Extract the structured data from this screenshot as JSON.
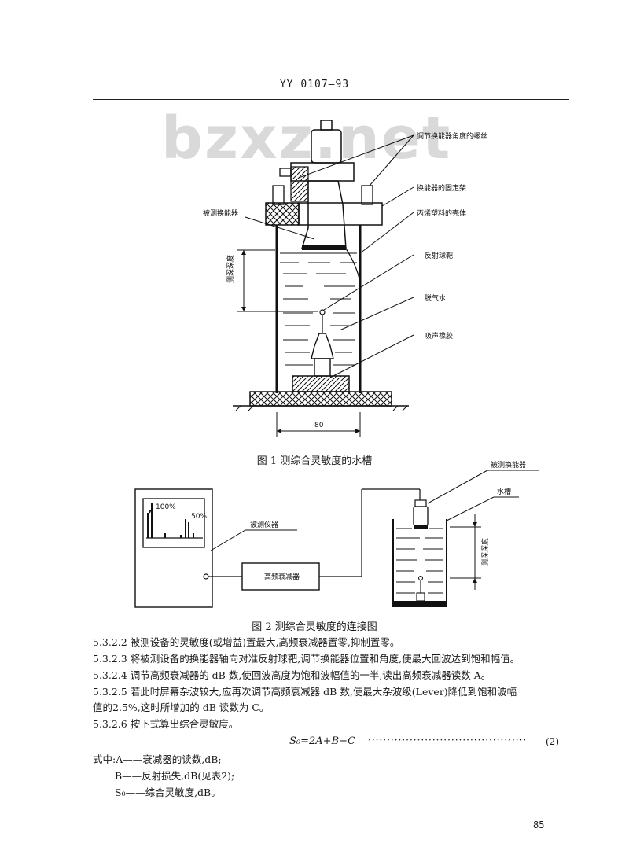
{
  "header": {
    "code": "YY 0107—93"
  },
  "watermark": "bzxz.net",
  "figure1": {
    "labels": {
      "screw": "调节换能器角度的螺丝",
      "fixture": "换能器的固定架",
      "shell": "丙烯塑料的壳体",
      "transducer": "被测换能器",
      "target": "反射球靶",
      "depth": "测深深度",
      "water": "脱气水",
      "rubber": "吸声橡胶",
      "width": "80"
    },
    "caption": "图 1   测综合灵敏度的水槽"
  },
  "figure2": {
    "labels": {
      "pct100": "100%",
      "pct50": "50%",
      "instrument": "被测仪器",
      "attenuator": "高频衰减器",
      "transducer": "被测换能器",
      "tank": "水槽",
      "depth": "测深深度"
    },
    "caption": "图 2   测综合灵敏度的连接图"
  },
  "paragraphs": [
    "5.3.2.2   被测设备的灵敏度(或增益)置最大,高频衰减器置零,抑制置零。",
    "5.3.2.3   将被测设备的换能器轴向对准反射球靶,调节换能器位置和角度,使最大回波达到饱和幅值。",
    "5.3.2.4   调节高频衰减器的 dB 数,使回波高度为饱和波幅值的一半,读出高频衰减器读数 A。",
    "5.3.2.5   若此时屏幕杂波较大,应再次调节高频衰减器 dB 数,使最大杂波级(Lever)降低到饱和波幅",
    "值的2.5%,这时所增加的 dB 读数为 C。",
    "5.3.2.6   按下式算出综合灵敏度。"
  ],
  "formula": {
    "text": "S₀=2A+B−C",
    "dots": "··········································",
    "number": "(2)"
  },
  "definitions": [
    "式中:A——衰减器的读数,dB;",
    "B——反射损失,dB(见表2);",
    "S₀——综合灵敏度,dB。"
  ],
  "page_number": "85"
}
